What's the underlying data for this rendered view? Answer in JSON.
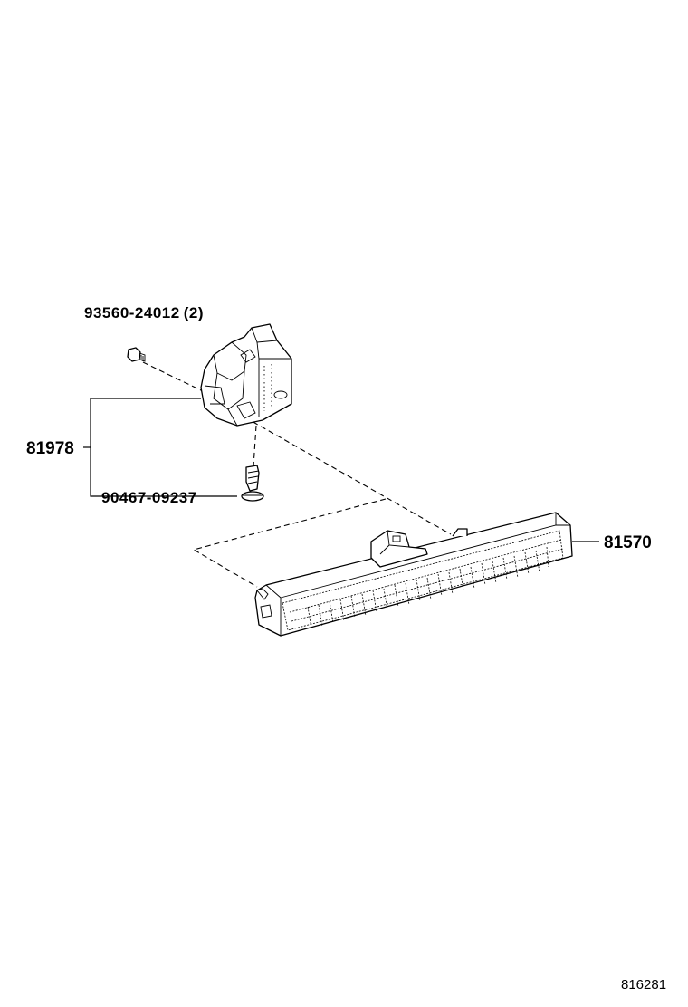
{
  "labels": {
    "bolt_upper": "93560-24012",
    "bolt_upper_qty": "(2)",
    "bracket": "81978",
    "screw_lower": "90467-09237",
    "lamp": "81570",
    "diagram_id": "816281"
  },
  "icons": {
    "bolt_upper": "hex-bolt-icon",
    "bracket": "lamp-bracket-icon",
    "screw": "clip-screw-icon",
    "lamp": "high-mount-stop-lamp-icon"
  }
}
